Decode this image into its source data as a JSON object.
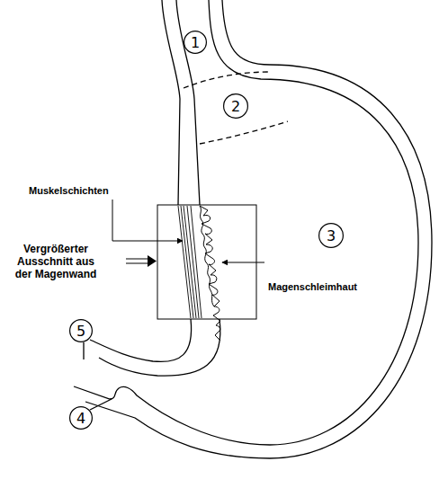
{
  "diagram": {
    "nodes": [
      {
        "text": [
          "1"
        ]
      },
      {
        "text": [
          "2"
        ]
      },
      {
        "text": [
          "3"
        ]
      },
      {
        "text": [
          "5"
        ]
      },
      {
        "text": [
          "4"
        ]
      }
    ],
    "labels": [
      "Muskelschichten",
      "Vergrößerter Ausschnitt aus der Magenwand",
      "Magenschleimhaut"
    ]
  }
}
